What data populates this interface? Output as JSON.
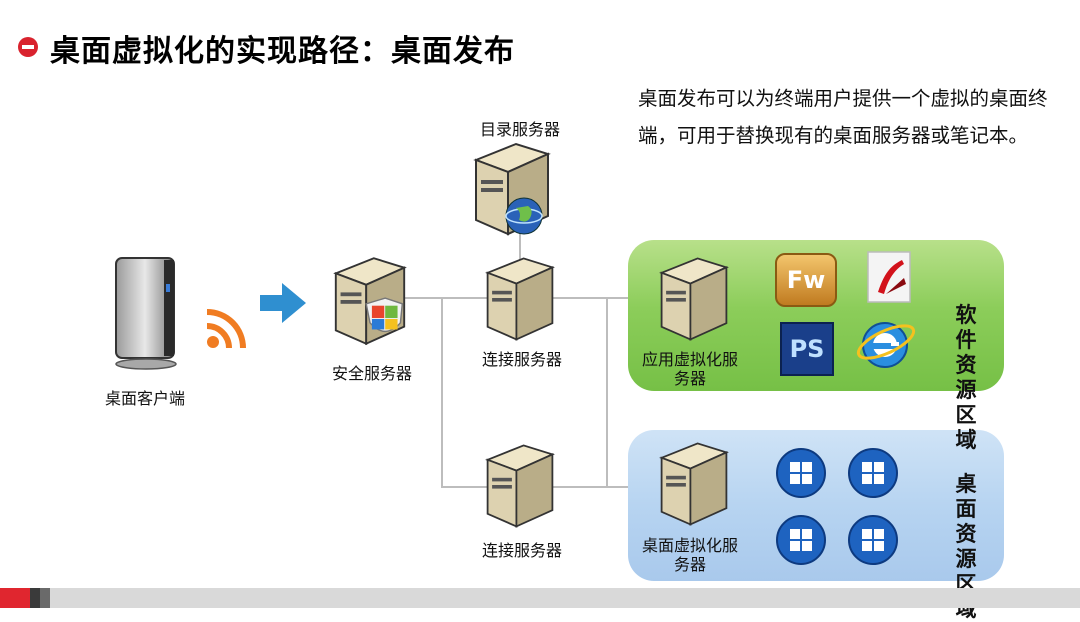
{
  "title": "桌面虚拟化的实现路径：桌面发布",
  "description": "桌面发布可以为终端用户提供一个虚拟的桌面终端，可用于替换现有的桌面服务器或笔记本。",
  "nodes": {
    "client": "桌面客户端",
    "security_server": "安全服务器",
    "directory_server": "目录服务器",
    "connection_server_top": "连接服务器",
    "connection_server_bottom": "连接服务器",
    "app_virtualization_server": "应用虚拟化服务器",
    "desktop_virtualization_server": "桌面虚拟化服务器"
  },
  "zones": {
    "software": "软件资源区域",
    "desktop": "桌面资源区域"
  },
  "software_icons": [
    "Fw",
    "PS"
  ],
  "colors": {
    "accent_red": "#d9232e",
    "zone_green": "#8ccd5a",
    "zone_blue": "#b7d4f1"
  }
}
